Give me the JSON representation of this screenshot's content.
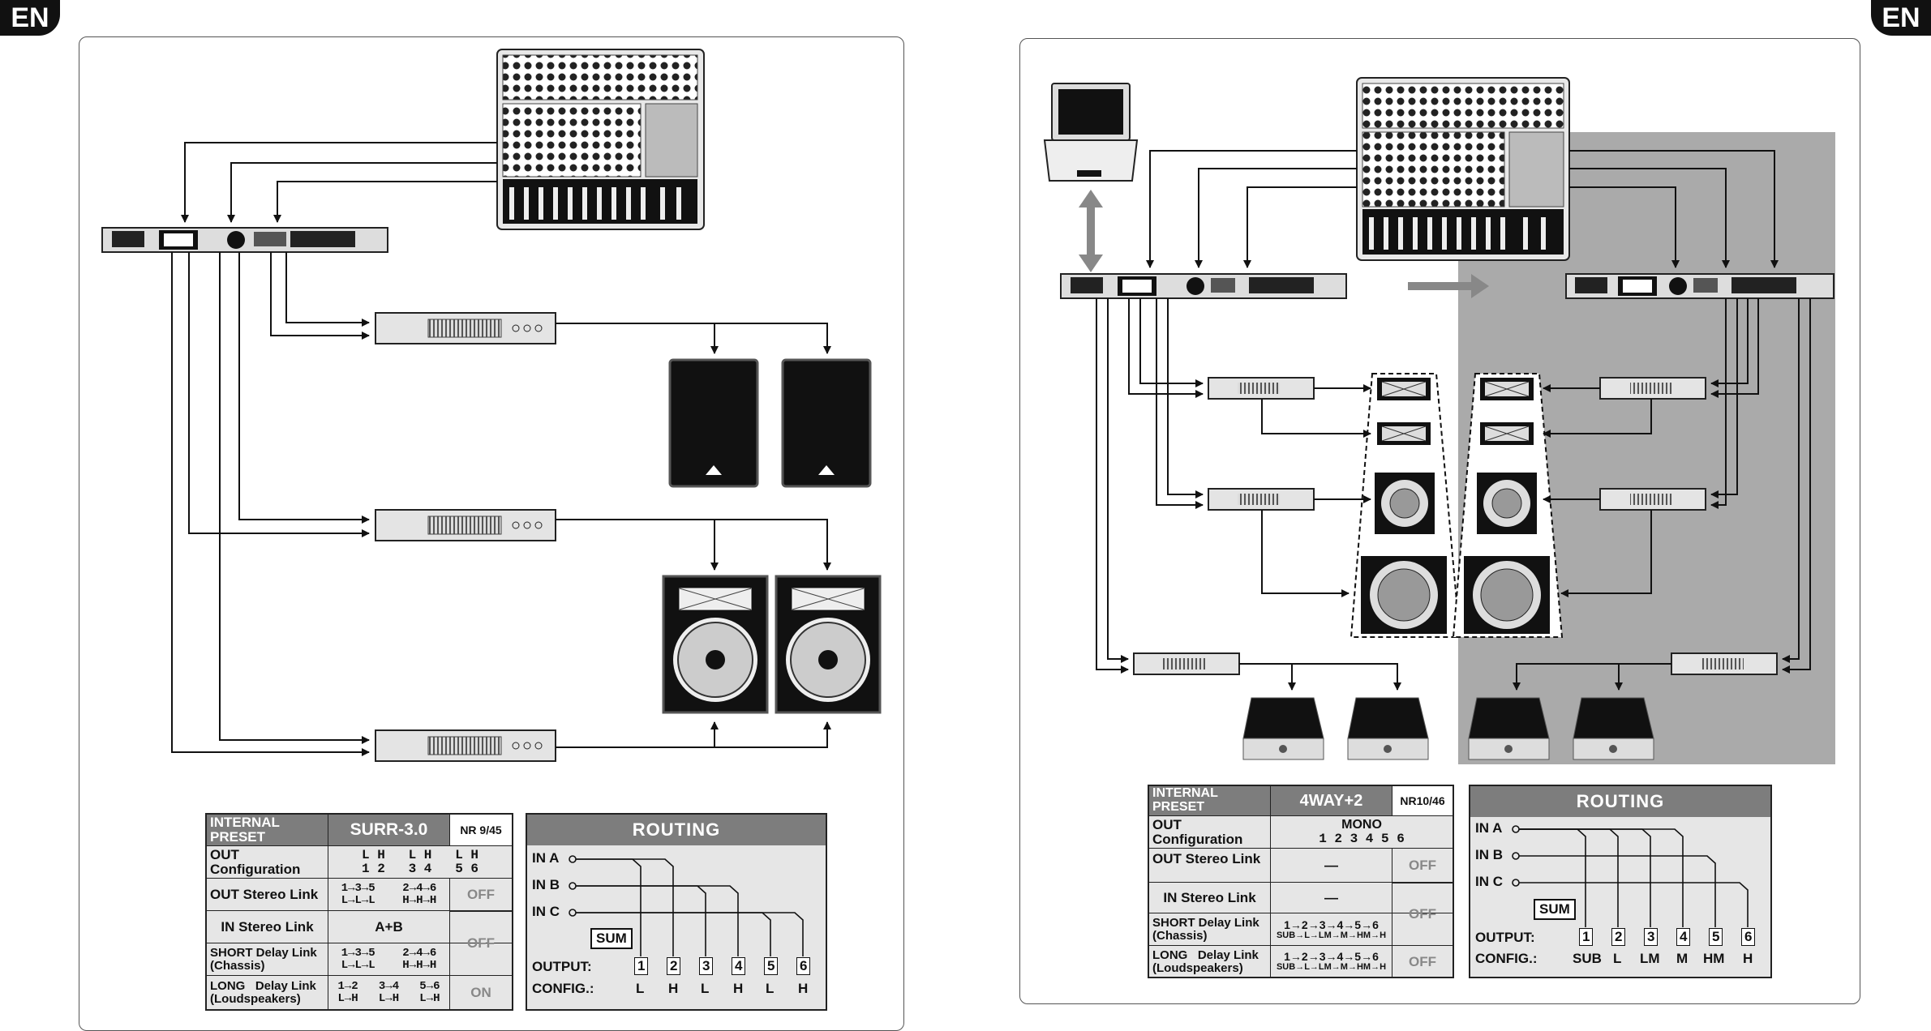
{
  "lang_left": "EN",
  "lang_right": "EN",
  "left": {
    "table": {
      "preset_label": "INTERNAL PRESET",
      "preset_name": "SURR-3.0",
      "preset_nr": "NR 9/45",
      "out_config_label": "OUT Configuration",
      "out_config_top": "L H   L H   L H",
      "out_config_bottom": "1 2   3 4   5 6",
      "out_stereo_label": "OUT Stereo Link",
      "out_stereo_top": "1→3→5    2→4→6",
      "out_stereo_bottom": "L→L→L    H→H→H",
      "out_stereo_state": "OFF",
      "in_stereo_label": "IN Stereo Link",
      "in_stereo_value": "A+B",
      "short_label_1": "SHORT Delay Link",
      "short_label_2": "(Chassis)",
      "short_top": "1→3→5    2→4→6",
      "short_bottom": "L→L→L    H→H→H",
      "short_state": "OFF",
      "long_label_1": "LONG   Delay Link",
      "long_label_2": "(Loudspeakers)",
      "long_top": "1→2   3→4   5→6",
      "long_bottom": "L→H   L→H   L→H",
      "long_state": "ON"
    },
    "routing": {
      "title": "ROUTING",
      "in_a": "IN A",
      "in_b": "IN B",
      "in_c": "IN C",
      "sum": "SUM",
      "output_label": "OUTPUT:",
      "config_label": "CONFIG.:",
      "outputs": [
        "1",
        "2",
        "3",
        "4",
        "5",
        "6"
      ],
      "configs": [
        "L",
        "H",
        "L",
        "H",
        "L",
        "H"
      ]
    }
  },
  "right": {
    "table": {
      "preset_label": "INTERNAL PRESET",
      "preset_name": "4WAY+2",
      "preset_nr": "NR10/46",
      "out_config_label": "OUT Configuration",
      "out_config_top": "MONO",
      "out_config_bottom": "1 2 3 4 5 6",
      "out_stereo_label": "OUT Stereo Link",
      "out_stereo_value": "—",
      "out_stereo_state": "OFF",
      "in_stereo_label": "IN Stereo Link",
      "in_stereo_value": "—",
      "short_label_1": "SHORT Delay Link",
      "short_label_2": "(Chassis)",
      "short_top": "1→2→3→4→5→6",
      "short_bottom": "SUB→L→LM→M→HM→H",
      "short_state": "OFF",
      "long_label_1": "LONG   Delay Link",
      "long_label_2": "(Loudspeakers)",
      "long_top": "1→2→3→4→5→6",
      "long_bottom": "SUB→L→LM→M→HM→H",
      "long_state": "OFF"
    },
    "routing": {
      "title": "ROUTING",
      "in_a": "IN A",
      "in_b": "IN B",
      "in_c": "IN C",
      "sum": "SUM",
      "output_label": "OUTPUT:",
      "config_label": "CONFIG.:",
      "outputs": [
        "1",
        "2",
        "3",
        "4",
        "5",
        "6"
      ],
      "configs": [
        "SUB",
        "L",
        "LM",
        "M",
        "HM",
        "H"
      ]
    }
  }
}
